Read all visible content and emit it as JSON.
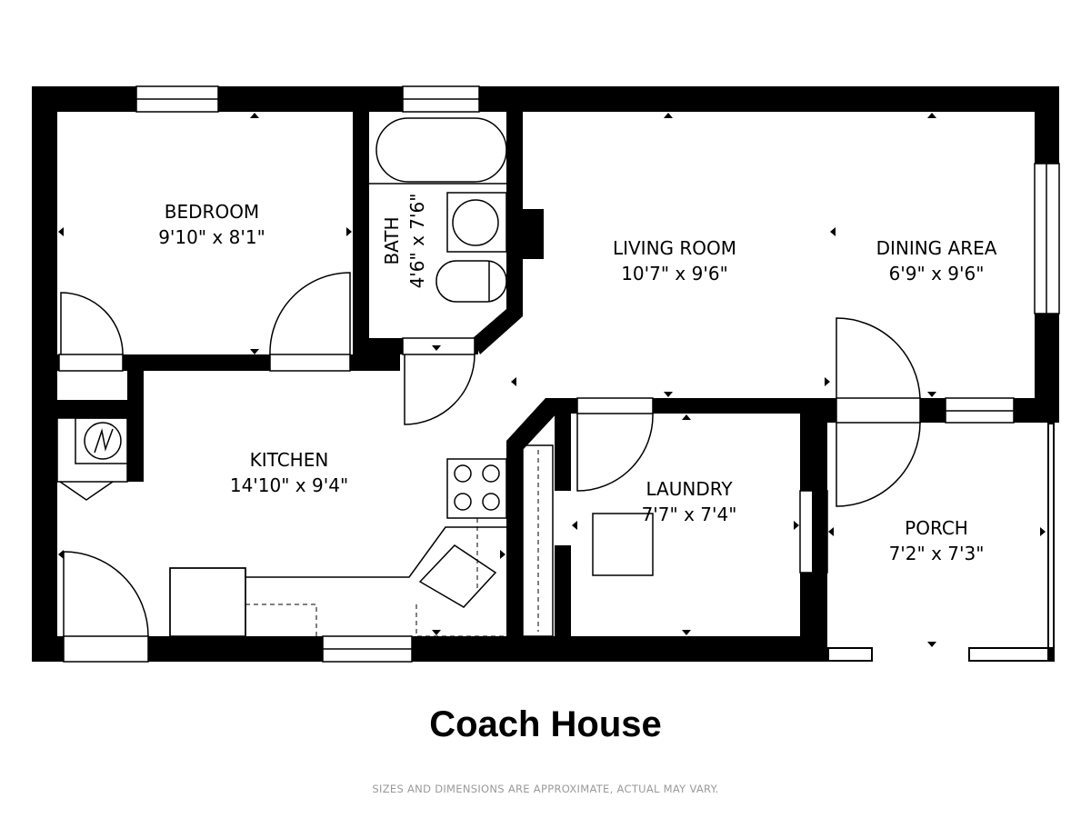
{
  "plan": {
    "title": "Coach House",
    "disclaimer": "SIZES AND DIMENSIONS ARE APPROXIMATE, ACTUAL MAY VARY.",
    "rooms": {
      "bedroom": {
        "name": "BEDROOM",
        "size": "9'10\" x 8'1\""
      },
      "bath": {
        "name": "BATH",
        "size": "4'6\" x 7'6\""
      },
      "living": {
        "name": "LIVING ROOM",
        "size": "10'7\" x 9'6\""
      },
      "dining": {
        "name": "DINING AREA",
        "size": "6'9\" x 9'6\""
      },
      "kitchen": {
        "name": "KITCHEN",
        "size": "14'10\" x 9'4\""
      },
      "laundry": {
        "name": "LAUNDRY",
        "size": "7'7\" x 7'4\""
      },
      "porch": {
        "name": "PORCH",
        "size": "7'2\" x 7'3\""
      }
    }
  }
}
